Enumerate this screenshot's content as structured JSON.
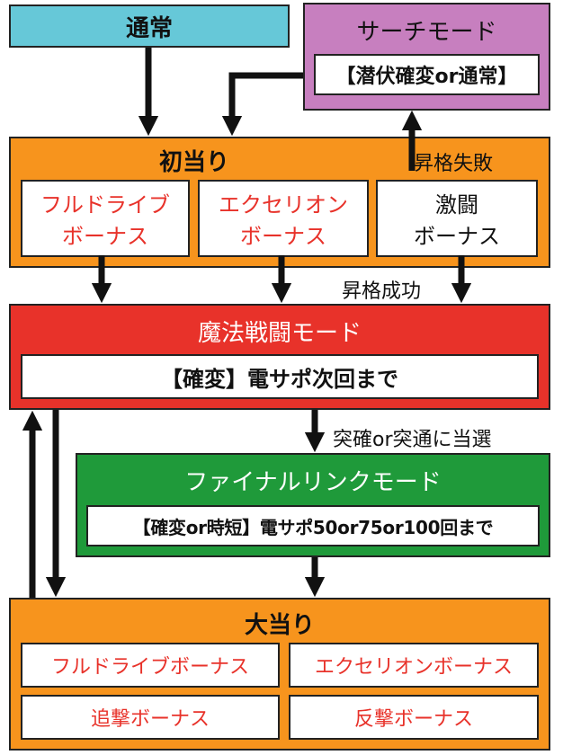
{
  "normal": {
    "label": "通常",
    "color": "#66c8d8"
  },
  "search": {
    "title": "サーチモード",
    "sub": "【潜伏確変or通常】",
    "color": "#c77fbf"
  },
  "first_hit": {
    "title": "初当り",
    "color": "#f7941d",
    "promo_fail": "昇格失敗",
    "bonuses": [
      {
        "line1": "フルドライブ",
        "line2": "ボーナス"
      },
      {
        "line1": "エクセリオン",
        "line2": "ボーナス"
      },
      {
        "line1": "激闘",
        "line2": "ボーナス"
      }
    ]
  },
  "promo_success": "昇格成功",
  "magic_battle": {
    "title": "魔法戦闘モード",
    "sub": "【確変】電サポ次回まで",
    "color": "#e8322a"
  },
  "lottery_label": "突確or突通に当選",
  "final_link": {
    "title": "ファイナルリンクモード",
    "sub": "【確変or時短】電サポ50or75or100回まで",
    "color": "#1f9a3a"
  },
  "big_hit": {
    "title": "大当り",
    "color": "#f7941d",
    "bonuses": [
      "フルドライブボーナス",
      "エクセリオンボーナス",
      "追撃ボーナス",
      "反撃ボーナス"
    ]
  }
}
